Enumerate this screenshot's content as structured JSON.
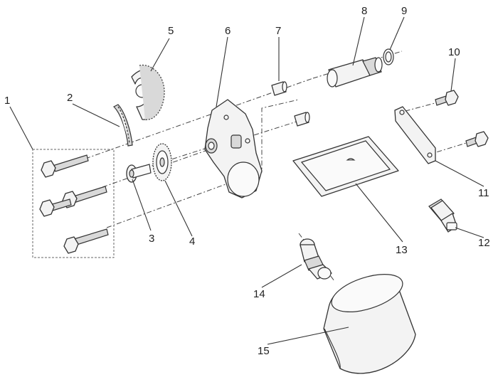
{
  "callouts": {
    "c1": "1",
    "c2": "2",
    "c3": "3",
    "c4": "4",
    "c5": "5",
    "c6": "6",
    "c7": "7",
    "c8": "8",
    "c9": "9",
    "c10": "10",
    "c11": "11",
    "c12": "12",
    "c13": "13",
    "c14": "14",
    "c15": "15"
  }
}
